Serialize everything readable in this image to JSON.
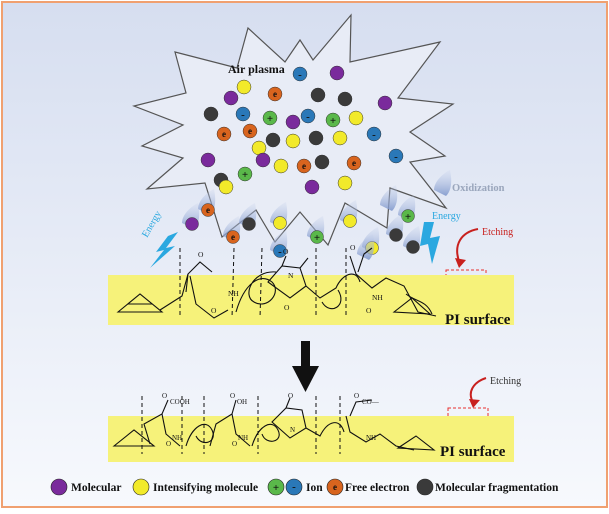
{
  "labels": {
    "air_plasma": "Air plasma",
    "oxidization": "Oxidization",
    "energy": "Energy",
    "etching": "Etching",
    "pi_surface": "PI surface",
    "cooh": "COOH",
    "oh": "OH",
    "ester": "CO—",
    "nh": "NH",
    "o": "O",
    "n": "N"
  },
  "legend": {
    "molecular": "Molecular",
    "intensifying": "Intensifying molecule",
    "ion": "Ion",
    "free_electron": "Free electron",
    "fragmentation": "Molecular fragmentation"
  },
  "particle_signs": {
    "electron": "e",
    "plus": "+",
    "minus": "-"
  },
  "colors": {
    "frame": "#f0a070",
    "background_top": "#d9e1f1",
    "background_bottom": "#f7f9fd",
    "molecular": "#7a2a9c",
    "intensifying": "#f2ea2a",
    "ion_plus": "#5ab84a",
    "ion_minus": "#2a78b8",
    "free_electron": "#d8641e",
    "fragmentation": "#3a3a3a",
    "energy": "#2aa8e0",
    "etching": "#c8201e",
    "pi_band": "#f6f27a",
    "oxidization": "#9aa6bc"
  }
}
